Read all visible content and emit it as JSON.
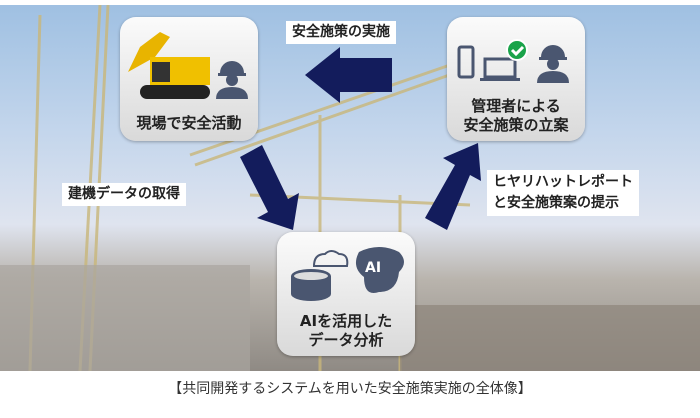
{
  "boxes": {
    "site": {
      "label": "現場で安全活動"
    },
    "manager": {
      "line1": "管理者による",
      "line2": "安全施策の立案"
    },
    "ai": {
      "line1": "AIを活用した",
      "line2": "データ分析",
      "ai_badge": "AI"
    }
  },
  "arrows": {
    "top": "安全施策の実施",
    "left": "建機データの取得",
    "right_line1": "ヒヤリハットレポート",
    "right_line2": "と安全施策案の提示"
  },
  "caption": "【共同開発するシステムを用いた安全施策実施の全体像】",
  "colors": {
    "arrow": "#131c5c",
    "icon": "#4a5670",
    "check": "#1aa34a"
  }
}
